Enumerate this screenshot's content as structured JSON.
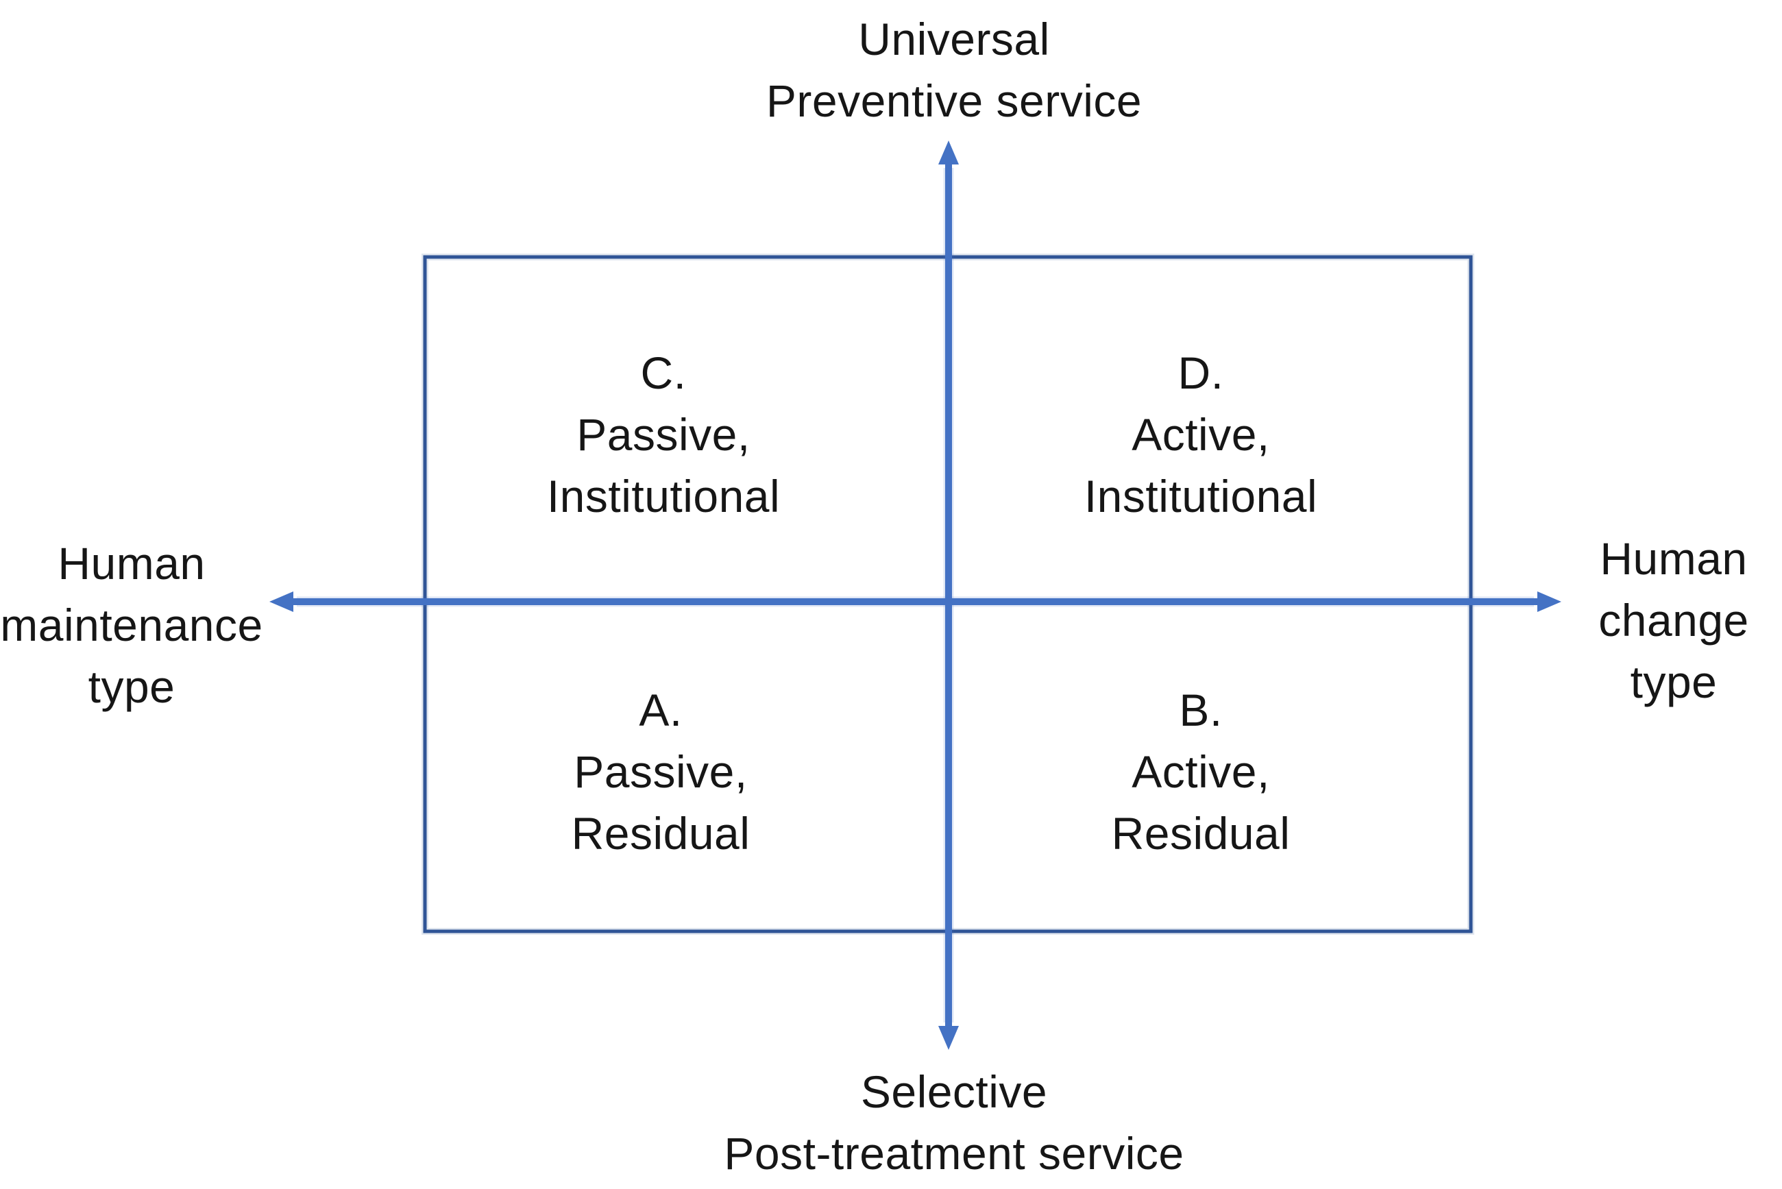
{
  "colors": {
    "axis": "#4472C4",
    "frame": "#2F5496",
    "text": "#161616",
    "background": "#ffffff"
  },
  "axis_labels": {
    "top": {
      "line1": "Universal",
      "line2": "Preventive service"
    },
    "bottom": {
      "line1": "Selective",
      "line2": "Post-treatment service"
    },
    "left": {
      "line1": "Human",
      "line2": "maintenance",
      "line3": "type"
    },
    "right": {
      "line1": "Human",
      "line2": "change",
      "line3": "type"
    }
  },
  "quadrants": [
    {
      "id": "C",
      "label": "C.",
      "attribute": "Passive,",
      "category": "Institutional",
      "position": "top-left"
    },
    {
      "id": "D",
      "label": "D.",
      "attribute": "Active,",
      "category": "Institutional",
      "position": "top-right"
    },
    {
      "id": "A",
      "label": "A.",
      "attribute": "Passive,",
      "category": "Residual",
      "position": "bottom-left"
    },
    {
      "id": "B",
      "label": "B.",
      "attribute": "Active,",
      "category": "Residual",
      "position": "bottom-right"
    }
  ]
}
